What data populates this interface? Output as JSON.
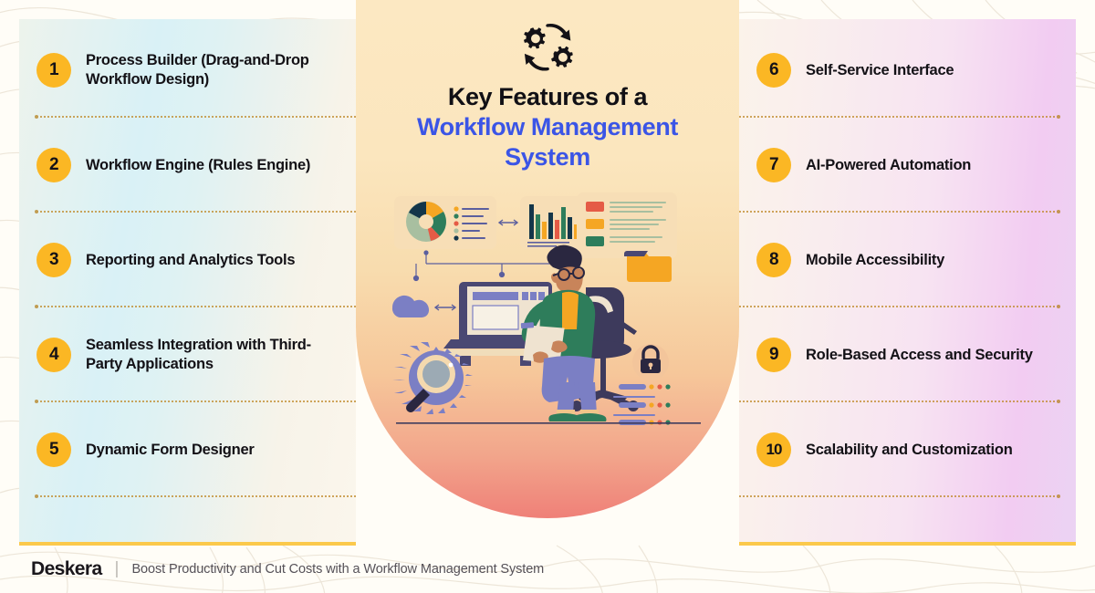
{
  "header": {
    "title_line1": "Key Features of a",
    "title_line2": "Workflow Management",
    "title_line3": "System",
    "icon": "gears-cycle-icon",
    "accent_color": "#3B55E6",
    "badge_color": "#FBB724"
  },
  "left_column": {
    "items": [
      {
        "number": "1",
        "label": "Process Builder (Drag-and-Drop Workflow Design)"
      },
      {
        "number": "2",
        "label": "Workflow Engine (Rules Engine)"
      },
      {
        "number": "3",
        "label": "Reporting and Analytics Tools"
      },
      {
        "number": "4",
        "label": "Seamless Integration with Third-Party Applications"
      },
      {
        "number": "5",
        "label": "Dynamic Form Designer"
      }
    ]
  },
  "right_column": {
    "items": [
      {
        "number": "6",
        "label": "Self-Service Interface"
      },
      {
        "number": "7",
        "label": "AI-Powered Automation"
      },
      {
        "number": "8",
        "label": "Mobile Accessibility"
      },
      {
        "number": "9",
        "label": "Role-Based Access and Security"
      },
      {
        "number": "10",
        "label": "Scalability and Customization"
      }
    ]
  },
  "footer": {
    "brand": "Deskera",
    "separator": "|",
    "tagline": "Boost Productivity and Cut Costs with a Workflow Management System"
  },
  "illustration": {
    "name": "workflow-dashboard-illustration",
    "elements": [
      "pie-chart-card",
      "bar-chart-card",
      "document-list-card",
      "laptop",
      "cloud-icon",
      "folder-icon",
      "magnifier-gear-icon",
      "lock-icon",
      "checklist-icon",
      "person-on-office-chair"
    ]
  }
}
